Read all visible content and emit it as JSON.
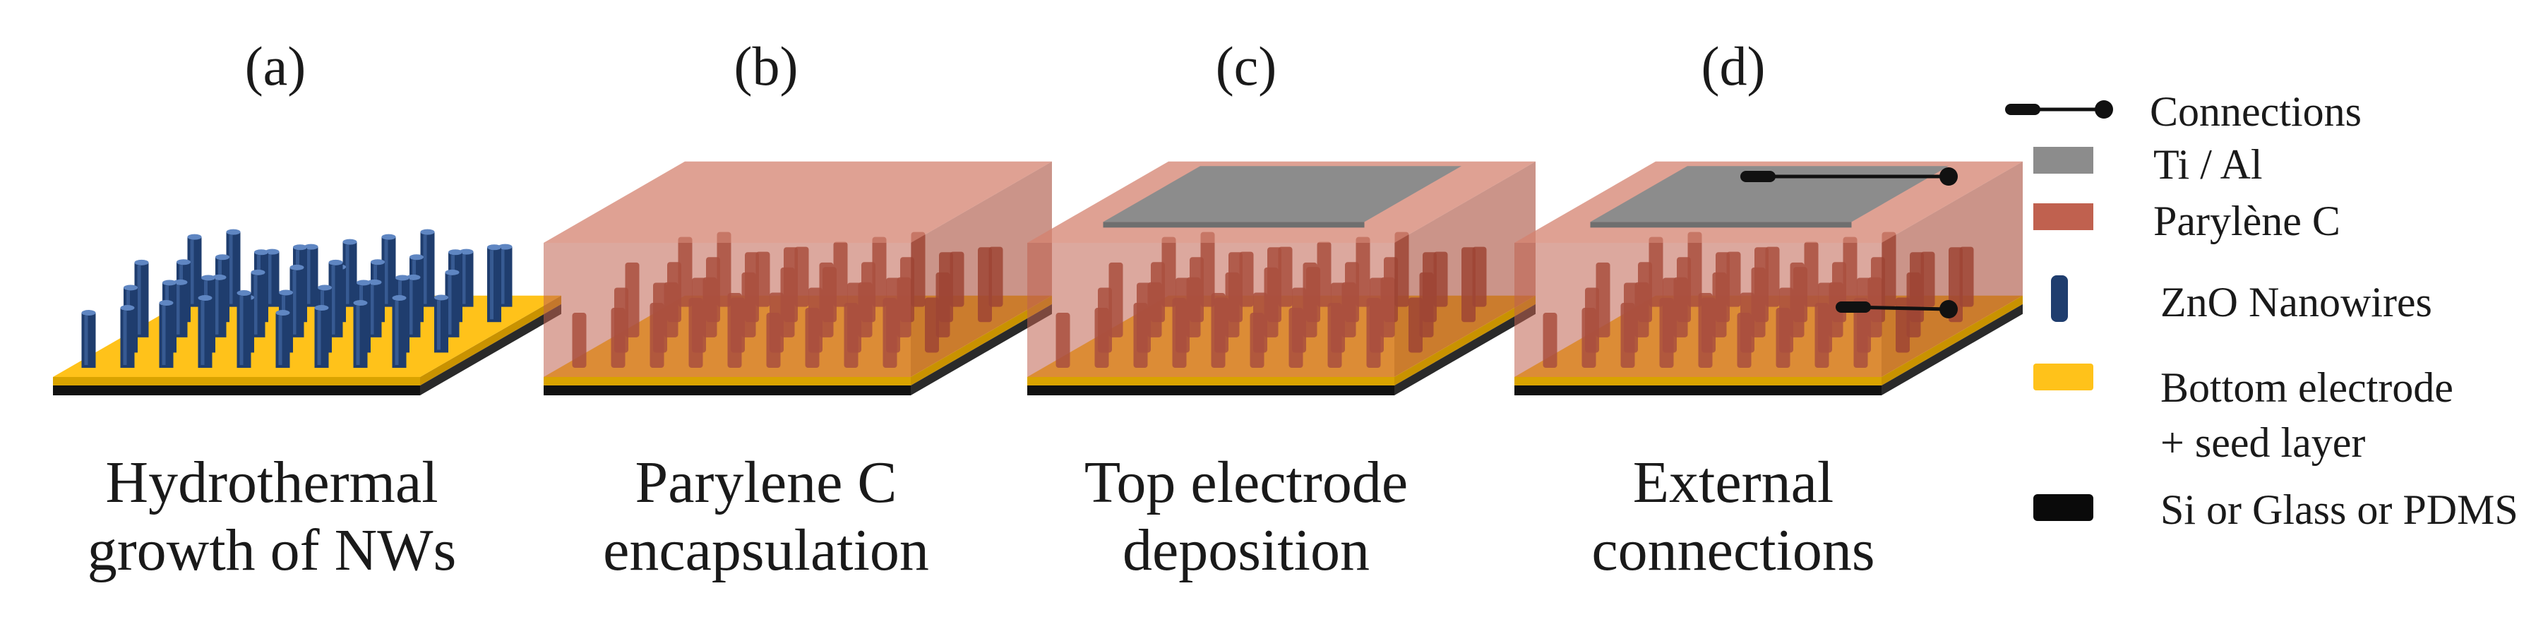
{
  "panels": [
    {
      "id": "a",
      "label": "(a)",
      "caption": [
        "Hydrothermal",
        "growth of NWs"
      ]
    },
    {
      "id": "b",
      "label": "(b)",
      "caption": [
        "Parylene C",
        "encapsulation"
      ]
    },
    {
      "id": "c",
      "label": "(c)",
      "caption": [
        "Top electrode",
        "deposition"
      ]
    },
    {
      "id": "d",
      "label": "(d)",
      "caption": [
        "External",
        "connections"
      ]
    }
  ],
  "legend": [
    {
      "key": "connections",
      "label": "Connections",
      "symbol": "wire"
    },
    {
      "key": "ti-al",
      "label": "Ti / Al",
      "color": "#8c8c8c"
    },
    {
      "key": "parylene",
      "label": "Parylène C",
      "color": "#c0614f"
    },
    {
      "key": "zno",
      "label": "ZnO Nanowires",
      "color": "#1f3d6e"
    },
    {
      "key": "bottom",
      "label": "Bottom electrode",
      "label2": "+ seed layer",
      "color": "#ffc21a"
    },
    {
      "key": "substrate",
      "label": "Si or Glass or PDMS",
      "color": "#0a0a0a"
    }
  ],
  "colors": {
    "gold": "#ffc21a",
    "gold_dark": "#d9a300",
    "substrate": "#111111",
    "nanowire": "#1f3d6e",
    "nanowire_highlight": "#4a72b0",
    "parylene": "#c0614f",
    "parylene_wire": "#8f3a2c",
    "metal": "#8c8c8c",
    "wire": "#111111"
  }
}
